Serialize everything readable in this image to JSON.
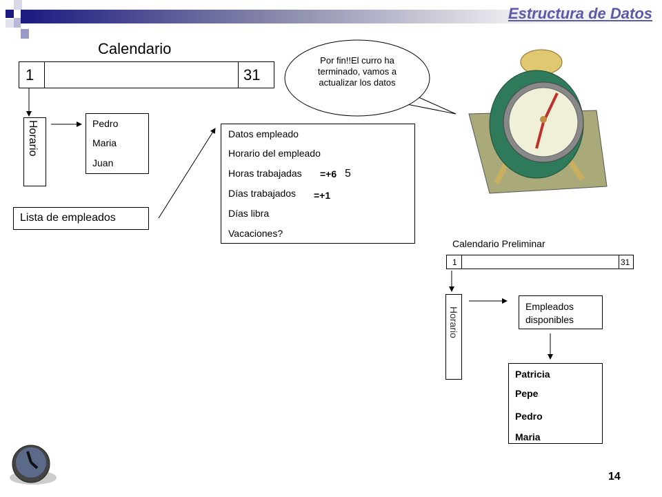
{
  "header": {
    "title": "Estructura de Datos"
  },
  "calendar": {
    "title": "Calendario",
    "start": "1",
    "end": "31"
  },
  "horario_label": "Horario",
  "names": [
    "Pedro",
    "Maria",
    "Juan"
  ],
  "lista_empleados": "Lista de empleados",
  "datos": {
    "items": [
      "Datos empleado",
      "Horario del empleado",
      "Horas trabajadas",
      "Días trabajados",
      "Días libra",
      "Vacaciones?"
    ],
    "horas_op": "=+6",
    "horas_overlap": "5",
    "dias_op": "=+1"
  },
  "bubble": {
    "text": "Por fin!!El curro ha terminado, vamos a actualizar los datos"
  },
  "preliminar": {
    "title": "Calendario Preliminar",
    "start": "1",
    "end": "31",
    "horario": "Horario",
    "disponibles": "Empleados disponibles",
    "employees": [
      "Patricia",
      "Pepe",
      "Pedro",
      "Maria"
    ]
  },
  "page_number": "14",
  "colors": {
    "title": "#5a5aa6",
    "header_dark": "#1a1a80"
  }
}
